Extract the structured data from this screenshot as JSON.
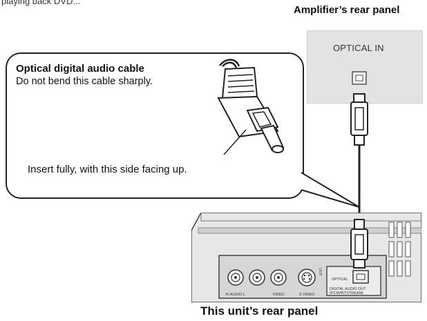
{
  "top_cut_text": "playing back DVD...",
  "amplifier_title": "Amplifier’s rear panel",
  "optical_in_label": "OPTICAL IN",
  "callout": {
    "title": "Optical digital audio cable",
    "warning": "Do not bend this cable sharply.",
    "insert_note": "Insert fully, with this side facing up."
  },
  "unit_title": "This unit’s rear panel",
  "unit_panel_labels": {
    "audio": "R-AUDIO-L",
    "video": "VIDEO",
    "svideo": "S VIDEO",
    "out": "OUT",
    "optical": "OPTICAL",
    "digital_out": "DIGITAL AUDIO OUT",
    "digital_out_sub": "(PCM/BITSTREAM)"
  },
  "colors": {
    "amp_panel": "#e3e3e3",
    "unit_panel": "#cfcfcf",
    "outline": "#222222"
  }
}
